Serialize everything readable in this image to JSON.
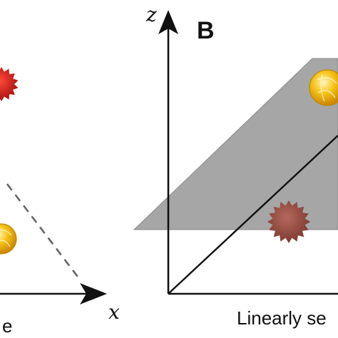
{
  "left_panel": {
    "x_axis_label": "x",
    "caption_fragment": "e"
  },
  "right_panel": {
    "panel_label": "B",
    "z_axis_label": "z",
    "caption_fragment": "Linearly se"
  },
  "colors": {
    "plane_fill": "#a6a6a6",
    "red_star": "#cc1f1f",
    "dim_red_star": "#9a4f45",
    "gold_sphere": "#f2b400",
    "axis": "#111111",
    "dashed_line": "#666666"
  },
  "icons": {
    "red_star": "red-starburst-icon",
    "gold_sphere": "gold-sphere-icon"
  }
}
